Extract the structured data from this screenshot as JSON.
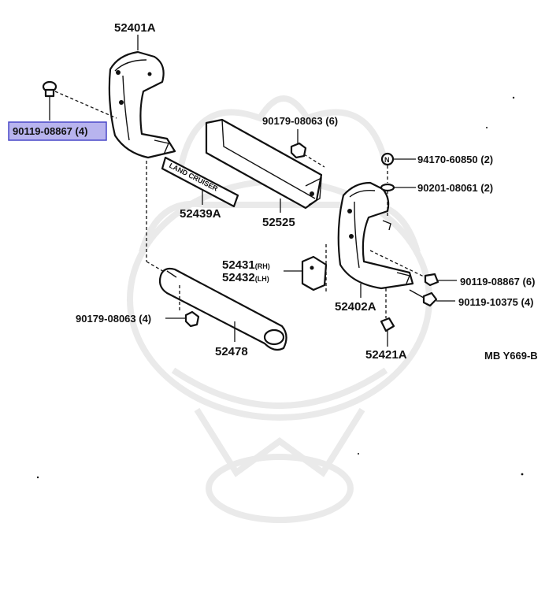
{
  "labels": {
    "p52401A": "52401A",
    "p90119_08867_4": "90119-08867 (4)",
    "p90179_08063_6": "90179-08063 (6)",
    "p94170_60850_2": "94170-60850 (2)",
    "p90201_08061_2": "90201-08061 (2)",
    "p52439A": "52439A",
    "p52525": "52525",
    "p52431": "52431",
    "p52431_side": "(RH)",
    "p52432": "52432",
    "p52432_side": "(LH)",
    "p52402A": "52402A",
    "p90119_08867_6": "90119-08867 (6)",
    "p90119_10375_4": "90119-10375 (4)",
    "p90179_08063_4": "90179-08063 (4)",
    "p52478": "52478",
    "p52421A": "52421A",
    "diagram_code": "MB Y669-B",
    "emblem_text": "LAND CRUISER",
    "nut_badge": "N"
  },
  "highlight_color": "#b8b4ee",
  "highlight_border": "#4a48c8"
}
